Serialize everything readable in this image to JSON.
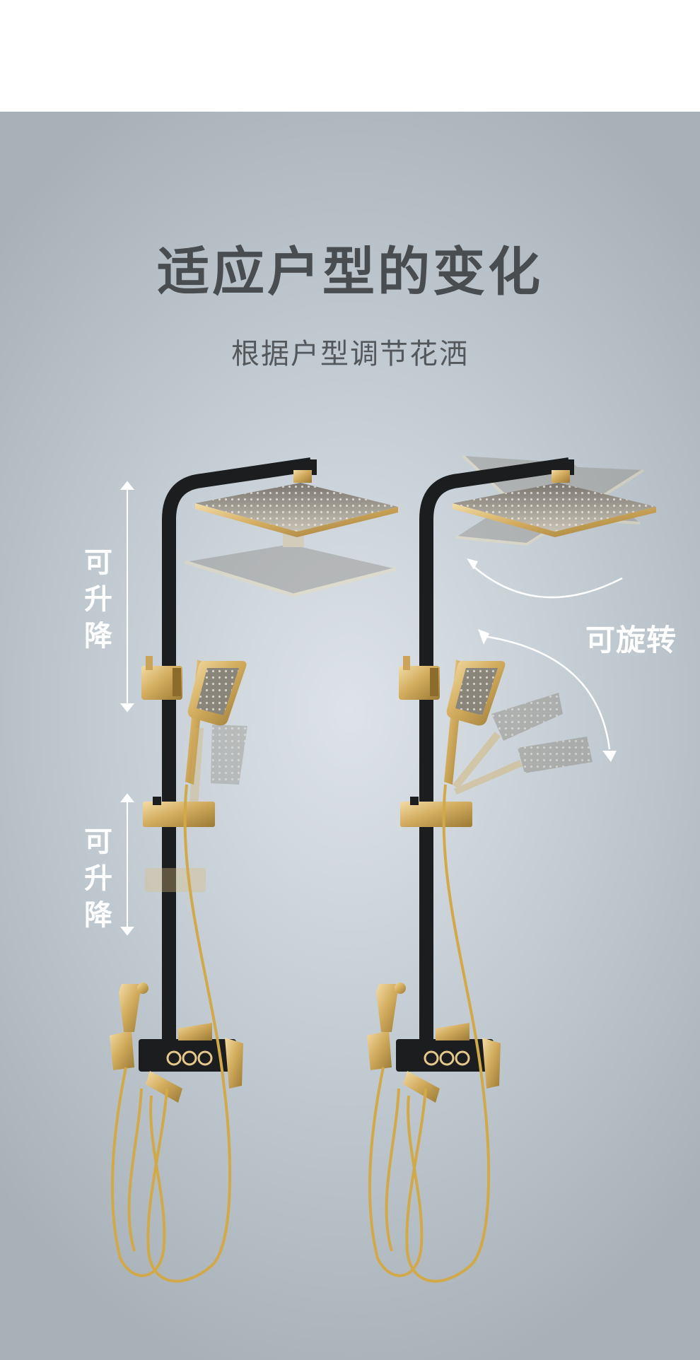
{
  "title": "适应户型的变化",
  "subtitle": "根据户型调节花洒",
  "labels": {
    "lift_top": "可\n升\n降",
    "lift_bottom": "可\n升\n降",
    "rotate": "可旋转"
  },
  "colors": {
    "background_panel": "#c6ced5",
    "title_text": "#4a4d50",
    "subtitle_text": "#55585b",
    "pipe_black": "#1c1d1f",
    "gold": "#d7b469",
    "label_white": "#ffffff"
  }
}
